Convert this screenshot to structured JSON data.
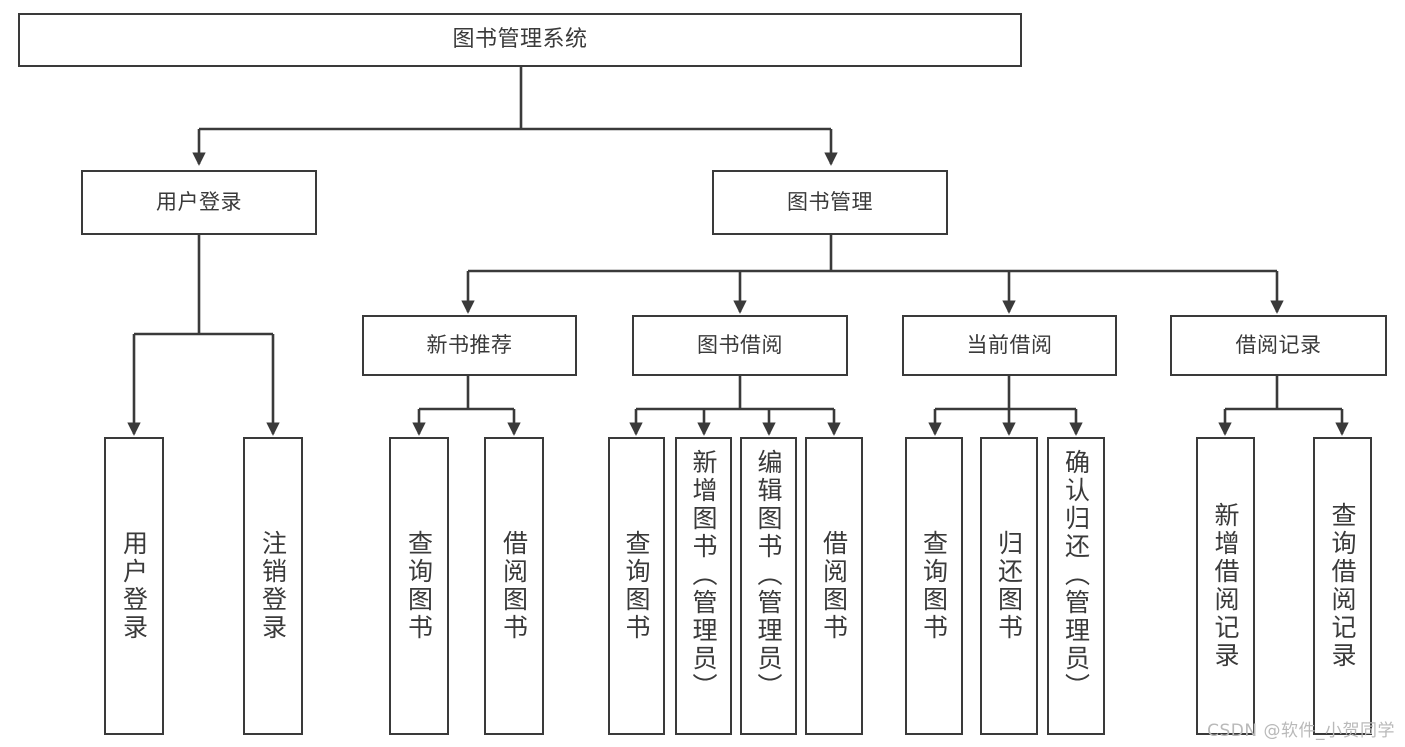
{
  "diagram": {
    "type": "tree-hierarchy-chart",
    "title": "图书管理系统",
    "orientation": "top-down",
    "line_color": "#3a3a3a",
    "box_fill": "#ffffff",
    "text_color": "#3a3a3a",
    "levels": 4
  },
  "root": {
    "label": "图书管理系统"
  },
  "level2": [
    {
      "label": "用户登录"
    },
    {
      "label": "图书管理"
    }
  ],
  "level3": [
    {
      "label": "新书推荐"
    },
    {
      "label": "图书借阅"
    },
    {
      "label": "当前借阅"
    },
    {
      "label": "借阅记录"
    }
  ],
  "leaves": {
    "user_login": [
      {
        "label": "用户登录"
      },
      {
        "label": "注销登录"
      }
    ],
    "new_book_recommend": [
      {
        "label": "查询图书"
      },
      {
        "label": "借阅图书"
      }
    ],
    "book_borrow": [
      {
        "label": "查询图书"
      },
      {
        "label": "新增图书（管理员）"
      },
      {
        "label": "编辑图书（管理员）"
      },
      {
        "label": "借阅图书"
      }
    ],
    "current_borrow": [
      {
        "label": "查询图书"
      },
      {
        "label": "归还图书"
      },
      {
        "label": "确认归还（管理员）"
      }
    ],
    "borrow_records": [
      {
        "label": "新增借阅记录"
      },
      {
        "label": "查询借阅记录"
      }
    ]
  },
  "watermark": {
    "text": "CSDN @软件_小贺同学"
  }
}
